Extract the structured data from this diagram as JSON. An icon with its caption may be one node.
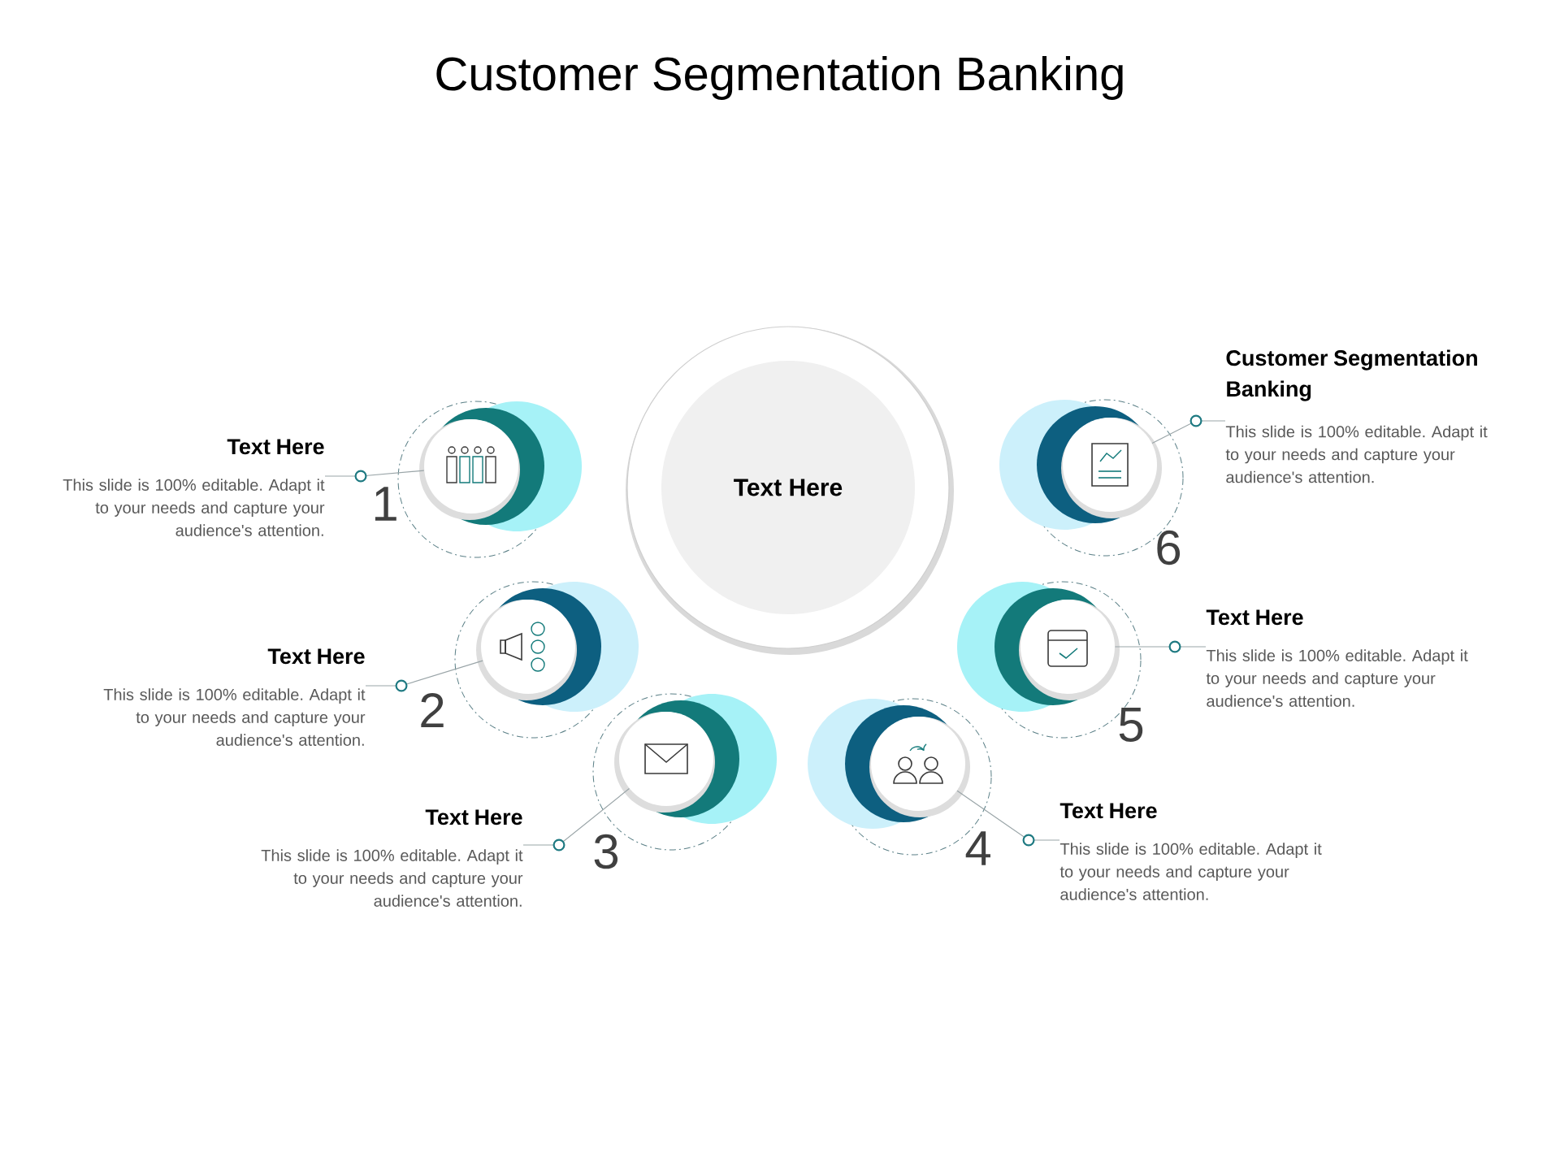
{
  "diagram": {
    "title": "Customer Segmentation Banking",
    "nodes": [
      {
        "text": [
          "Text Here"
        ]
      },
      {
        "text": [],
        "shape": "circle",
        "beside": [
          "1"
        ]
      },
      {
        "text": [],
        "shape": "circle",
        "beside": [
          "2"
        ]
      },
      {
        "text": [],
        "shape": "circle",
        "beside": [
          "3"
        ]
      },
      {
        "text": [],
        "shape": "circle",
        "beside": [
          "4"
        ]
      },
      {
        "text": [],
        "shape": "circle",
        "beside": [
          "5"
        ]
      },
      {
        "text": [],
        "shape": "circle",
        "beside": [
          "6"
        ]
      },
      {
        "text": [
          "Text Here",
          "This slide is 100% editable. Adapt it to your needs and capture your audience's attention."
        ]
      },
      {
        "text": [
          "Text Here",
          "This slide is 100% editable. Adapt it to your needs and capture your audience's attention."
        ]
      },
      {
        "text": [
          "Text Here",
          "This slide is 100% editable. Adapt it to your needs and capture your audience's attention."
        ]
      },
      {
        "text": [
          "Text Here",
          "This slide is 100% editable. Adapt it to your needs and capture your audience's attention."
        ]
      },
      {
        "text": [
          "Text Here",
          "This slide is 100% editable. Adapt it to your needs and capture your audience's attention."
        ]
      },
      {
        "text": [
          "Customer Segmentation Banking",
          "This slide is 100% editable. Adapt it to your needs and capture your audience's attention."
        ]
      }
    ],
    "edges": [
      {
        "from": 7,
        "to": 1,
        "arrow": "none"
      },
      {
        "from": 8,
        "to": 2,
        "arrow": "none"
      },
      {
        "from": 9,
        "to": 3,
        "arrow": "none"
      },
      {
        "from": 10,
        "to": 4,
        "arrow": "none"
      },
      {
        "from": 11,
        "to": 5,
        "arrow": "none"
      },
      {
        "from": 12,
        "to": 6,
        "arrow": "none"
      }
    ]
  }
}
